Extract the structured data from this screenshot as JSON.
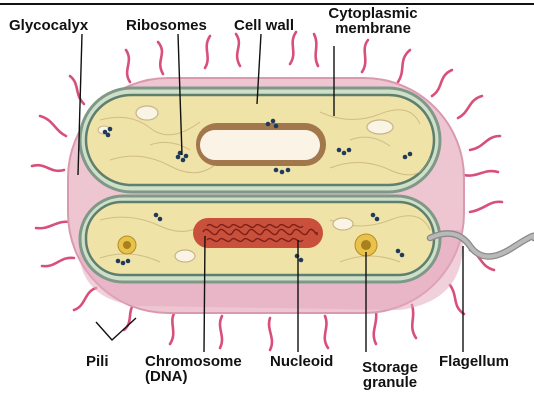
{
  "labels": {
    "glycocalyx": "Glycocalyx",
    "ribosomes": "Ribosomes",
    "cell_wall": "Cell wall",
    "cytoplasmic_line1": "Cytoplasmic",
    "cytoplasmic_line2": "membrane",
    "pili": "Pili",
    "chromosome_line1": "Chromosome",
    "chromosome_line2": "(DNA)",
    "nucleoid": "Nucleoid",
    "storage_line1": "Storage",
    "storage_line2": "granule",
    "flagellum": "Flagellum"
  },
  "colors": {
    "glycocalyx": "#eec6d2",
    "pili": "#d8507a",
    "cell_wall": "#8fa395",
    "cytoplasm": "#f0e3a8",
    "nucleoid": "#c9503a",
    "ribosome": "#1f3a5a",
    "storage_granule": "#e8c24a",
    "flagellum": "#b9b9b9"
  }
}
